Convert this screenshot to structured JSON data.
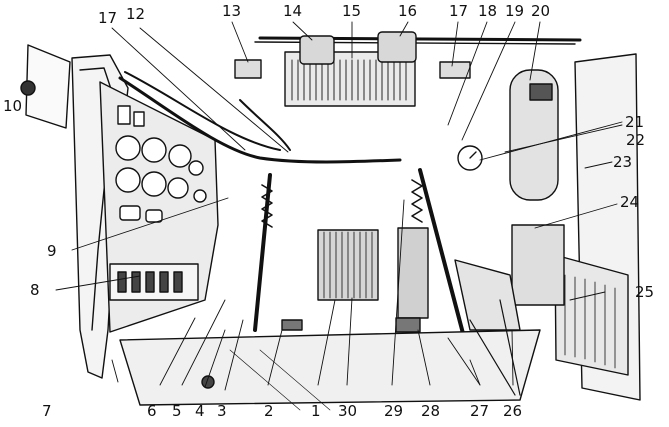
{
  "labels": [
    "1",
    "2",
    "3",
    "4",
    "5",
    "6",
    "7",
    "8",
    "9",
    "10",
    "12",
    "13",
    "14",
    "15",
    "16",
    "17",
    "18",
    "19",
    "20",
    "21",
    "22",
    "23",
    "24",
    "25",
    "26",
    "27",
    "28",
    "29",
    "30"
  ],
  "callouts": {
    "n1": "1",
    "n2": "2",
    "n3": "3",
    "n4": "4",
    "n5": "5",
    "n6": "6",
    "n7": "7",
    "n8": "8",
    "n9": "9",
    "n10": "10",
    "n12": "12",
    "n13": "13",
    "n14": "14",
    "n15": "15",
    "n16": "16",
    "n17a": "17",
    "n17b": "17",
    "n18": "18",
    "n19": "19",
    "n20": "20",
    "n21": "21",
    "n22": "22",
    "n23": "23",
    "n24": "24",
    "n25": "25",
    "n26": "26",
    "n27": "27",
    "n28": "28",
    "n29": "29",
    "n30": "30"
  },
  "colors": {
    "ink": "#111111",
    "paper": "#ffffff",
    "shade": "#555555"
  }
}
